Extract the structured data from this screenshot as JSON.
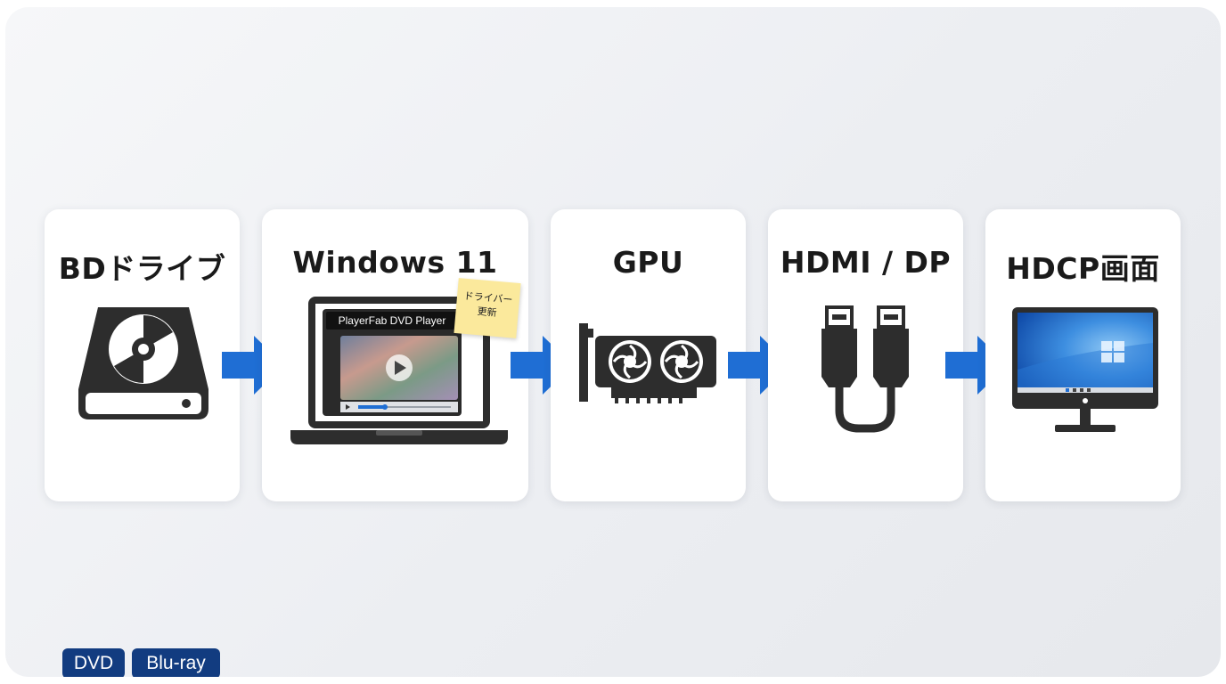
{
  "stages": [
    {
      "title": "BDドライブ",
      "icon": "optical-drive-icon",
      "badges": [
        "DVD",
        "Blu-ray"
      ]
    },
    {
      "title": "Windows 11",
      "icon": "laptop-icon",
      "app_label": "PlayerFab DVD Player",
      "note_line1": "ドライバー",
      "note_line2": "更新"
    },
    {
      "title": "GPU",
      "icon": "graphics-card-icon"
    },
    {
      "title": "HDMI / DP",
      "icon": "hdmi-displayport-cable-icon"
    },
    {
      "title": "HDCP画面",
      "icon": "monitor-icon"
    }
  ],
  "colors": {
    "arrow": "#1f6ed4",
    "badge": "#123c80",
    "icon": "#2d2d2d",
    "note": "#fbe99c"
  }
}
